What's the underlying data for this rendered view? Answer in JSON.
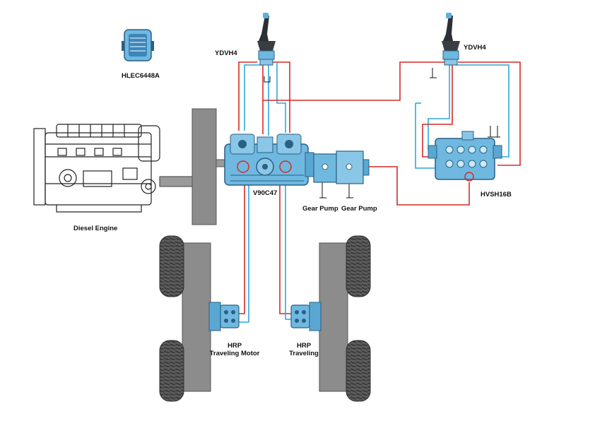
{
  "labels": {
    "controller": "HLEC6448A",
    "joystick_left": "YDVH4",
    "joystick_right": "YDVH4",
    "main_pump": "V90C47",
    "gear_pump_1": "Gear Pump",
    "gear_pump_2": "Gear Pump",
    "valve": "HVSH16B",
    "engine": "Diesel Engine",
    "motor_left_line1": "HRP",
    "motor_left_line2": "Traveling Motor",
    "motor_right_line1": "HRP",
    "motor_right_line2": "Traveling"
  },
  "colors": {
    "pressure_line": "#d62a2a",
    "pilot_line": "#2fa8d5",
    "component_blue": "#6fb9e0",
    "component_dark": "#2a5f86",
    "frame_gray": "#8c8c8c",
    "tire": "#6a6a6a"
  }
}
